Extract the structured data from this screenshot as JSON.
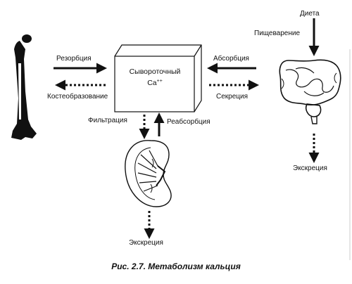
{
  "labels": {
    "resorption": "Резорбция",
    "bone_formation": "Костеобразование",
    "absorption": "Абсорбция",
    "secretion": "Секреция",
    "serum_line1": "Сывороточный",
    "serum_ca": "Ca",
    "serum_charge": "++",
    "filtration": "Фильтрация",
    "reabsorption": "Реабсорбция",
    "excretion_kidney": "Экскреция",
    "diet": "Диета",
    "digestion": "Пищеварение",
    "excretion_gut": "Экскреция"
  },
  "caption": "Рис. 2.7. Метаболизм кальция"
}
